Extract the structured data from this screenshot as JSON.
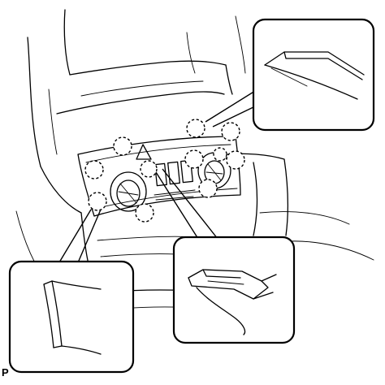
{
  "figure": {
    "corner_label": "P",
    "callouts": [
      {
        "id": "top-right",
        "icon": "clip-detail-icon"
      },
      {
        "id": "bottom-left",
        "icon": "clip-detail-icon"
      },
      {
        "id": "bottom-center",
        "icon": "clip-detail-icon"
      }
    ],
    "clip_marker_count": 11,
    "colors": {
      "line": "#000000",
      "background": "#ffffff"
    }
  }
}
